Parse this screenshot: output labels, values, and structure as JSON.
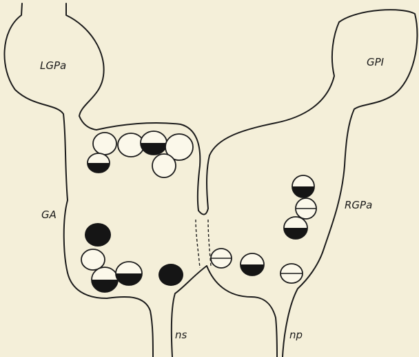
{
  "labels": {
    "lgpa": "LGPa",
    "gpi": "GPI",
    "ga": "GA",
    "rgpa": "RGPa",
    "ns": "ns",
    "np": "np"
  },
  "cell_legend": [
    "empty",
    "lower-half-filled",
    "filled",
    "bisected"
  ],
  "colors": {
    "paper": "#f4efd9",
    "ink": "#1b1b1b",
    "cell": "#fbf8ea"
  }
}
